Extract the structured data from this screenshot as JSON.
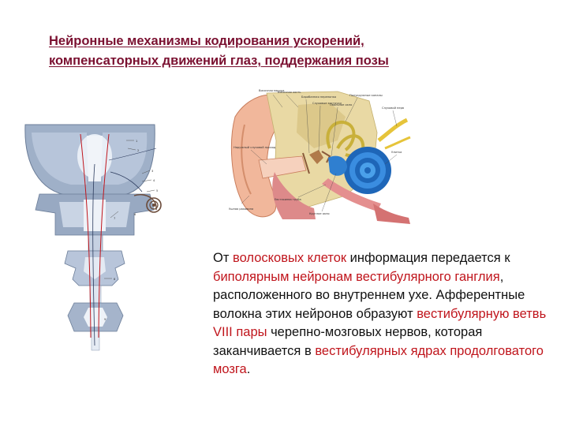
{
  "slide": {
    "title_lines": [
      "Нейронные механизмы кодирования ускорений,",
      "компенсаторных движений глаз, поддержания позы"
    ],
    "body_segments": [
      {
        "text": " От ",
        "highlight": false
      },
      {
        "text": "волосковых клеток",
        "highlight": true
      },
      {
        "text": " информация передается к ",
        "highlight": false
      },
      {
        "text": "биполярным нейронам вестибулярного ганглия",
        "highlight": true
      },
      {
        "text": ", расположенного во внутреннем ухе. Афферентные волокна этих нейронов образуют ",
        "highlight": false
      },
      {
        "text": "вестибулярную ветвь VIII пары",
        "highlight": true
      },
      {
        "text": " черепно-мозговых нервов, которая заканчивается в ",
        "highlight": false
      },
      {
        "text": "вестибулярных ядрах продолговатого мозга",
        "highlight": true
      },
      {
        "text": ".",
        "highlight": false
      }
    ],
    "neuro_figure_labels": [
      "1",
      "2",
      "3",
      "4",
      "5",
      "6",
      "7",
      "8",
      "9"
    ],
    "ear_figure_labels": [
      "Височная кость",
      "Барабанная перепонка",
      "Слуховые косточки",
      "Полукружные каналы",
      "Улитка",
      "Наружный слуховой проход",
      "Евстахиева труба",
      "Слуховой нерв",
      "Овальное окно",
      "Круглое окно",
      "Ушная раковина",
      "Височная мышца"
    ],
    "colors": {
      "title": "#7a1030",
      "highlight": "#c0151c",
      "text": "#111111"
    }
  }
}
